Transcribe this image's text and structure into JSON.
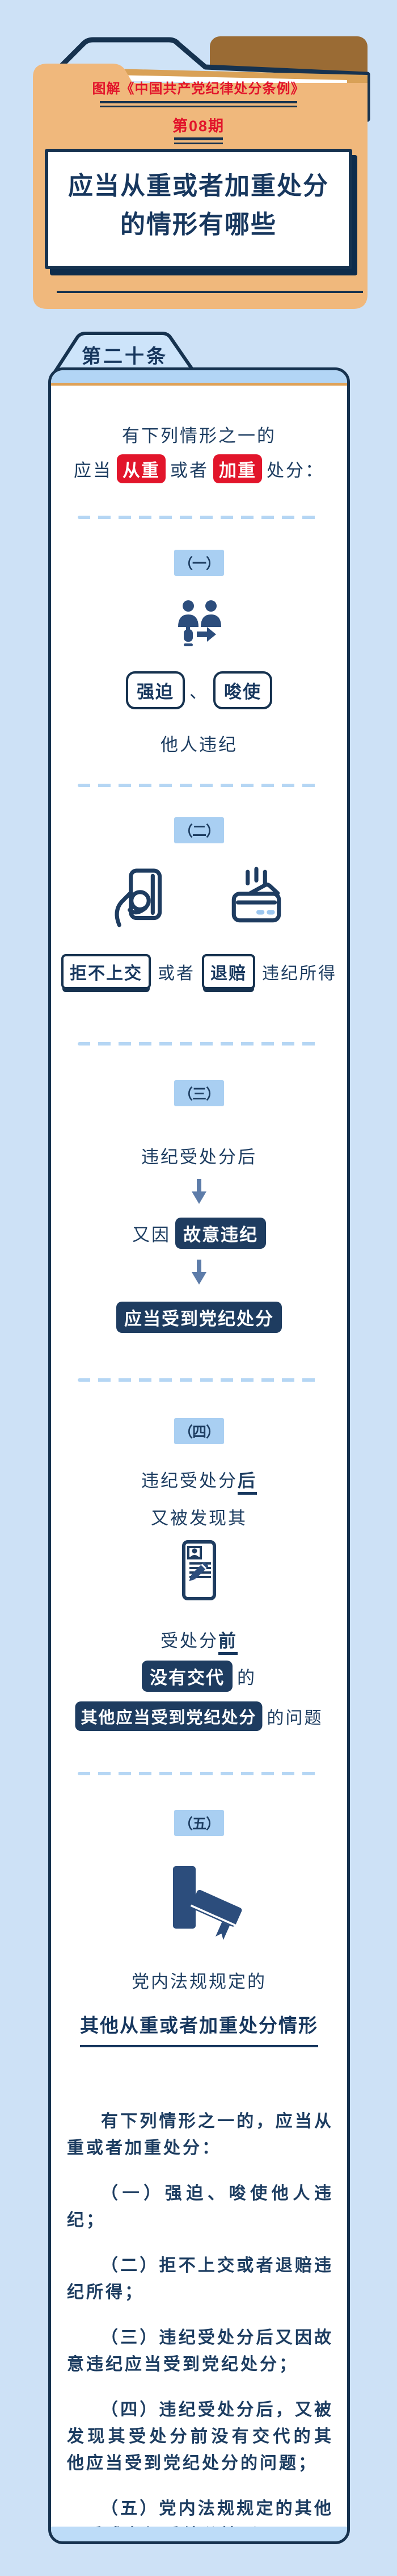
{
  "header": {
    "series_title": "图解《中国共产党纪律处分条例》",
    "issue": "第08期",
    "title_line1": "应当从重或者加重处分",
    "title_line2": "的情形有哪些"
  },
  "article_tab": "第二十条",
  "intro": {
    "line1": "有下列情形之一的",
    "pre": "应当",
    "emph1": "从重",
    "mid": "或者",
    "emph2": "加重",
    "post": "处分："
  },
  "sections": {
    "s1": {
      "num": "（一）",
      "icon": "coerce-instigate-icon",
      "badge1": "强迫",
      "sep": "、",
      "badge2": "唆使",
      "text": "他人违纪"
    },
    "s2": {
      "num": "（二）",
      "icon1": "refuse-hand-over-icon",
      "icon2": "restitution-icon",
      "badge1": "拒不上交",
      "mid": "或者",
      "badge2": "退赔",
      "text": "违纪所得"
    },
    "s3": {
      "num": "（三）",
      "step1": "违纪受处分后",
      "step2_pre": "又因",
      "step2_badge": "故意违纪",
      "step3_badge": "应当受到党纪处分"
    },
    "s4": {
      "num": "（四）",
      "icon": "record-card-icon",
      "l1_pre": "违纪受处分",
      "l1_em": "后",
      "l2": "又被发现其",
      "l3_pre": "受处分",
      "l3_em": "前",
      "l4_badge": "没有交代",
      "l4_post": "的",
      "l5_badge": "其他应当受到党纪处分",
      "l5_post": "的问题"
    },
    "s5": {
      "num": "（五）",
      "icon": "books-icon",
      "l1": "党内法规规定的",
      "l2": "其他从重或者加重处分情形"
    }
  },
  "summary": {
    "paragraphs": [
      "有下列情形之一的，应当从重或者加重处分：",
      "（一）强迫、唆使他人违纪；",
      "（二）拒不上交或者退赔违纪所得；",
      "（三）违纪受处分后又因故意违纪应当受到党纪处分；",
      "（四）违纪受处分后，又被发现其受处分前没有交代的其他应当受到党纪处分的问题；",
      "（五）党内法规规定的其他从重或者加重处分情形。"
    ]
  },
  "colors": {
    "page_bg": "#cde1f6",
    "navy_outline": "#16324f",
    "text_navy": "#1d3d61",
    "accent_red": "#e2152b",
    "badge_light_blue": "#a9cff2",
    "folder_tan": "#f0b87c",
    "folder_brown": "#9a6b34",
    "arrow_blue": "#5d7ca9",
    "card_top_strip": "#b2d5f5",
    "card_orange_line": "#dfa258"
  }
}
